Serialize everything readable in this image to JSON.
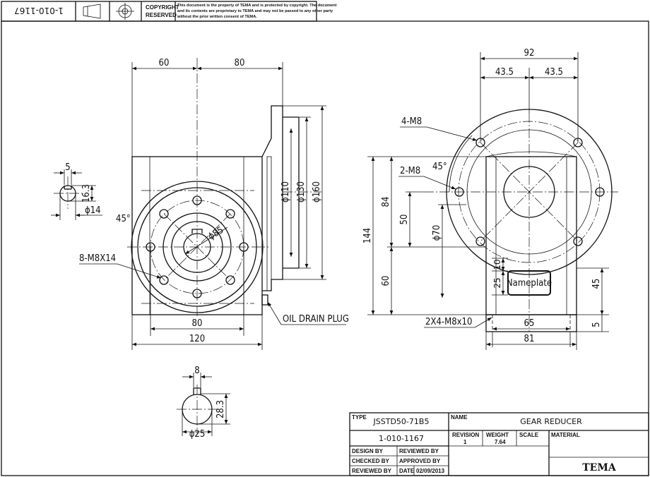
{
  "header": {
    "drawing_number": "1-010-1167",
    "copyright_label_1": "COPYRIGHT",
    "copyright_label_2": "RESERVED",
    "notice_1": "This document is the property of TEMA and is protected by copyright. The document",
    "notice_2": "and its contents are proprietary to TEMA and may not be passed to any other party",
    "notice_3": "without the prior written consent of TEMA."
  },
  "front_view": {
    "dim_60": "60",
    "dim_80_top": "80",
    "dim_phi110": "ϕ110",
    "dim_phi130": "ϕ130",
    "dim_phi160": "ϕ160",
    "dim_45deg": "45°",
    "dim_phi85": "ϕ85",
    "label_holes": "8-M8X14",
    "dim_80_bottom": "80",
    "dim_120": "120",
    "label_drain": "OIL DRAIN PLUG"
  },
  "shaft_small": {
    "dim_5": "5",
    "dim_16_3": "16.3",
    "dim_phi14": "ϕ14"
  },
  "shaft_large": {
    "dim_8": "8",
    "dim_28_3": "28.3",
    "dim_phi25": "ϕ25"
  },
  "side_view": {
    "dim_92": "92",
    "dim_43_5_left": "43.5",
    "dim_43_5_right": "43.5",
    "label_4m8": "4-M8",
    "label_2m8": "2-M8",
    "dim_45deg": "45°",
    "dim_144": "144",
    "dim_84": "84",
    "dim_50": "50",
    "dim_phi70": "ϕ70",
    "dim_60": "60",
    "dim_10": "10",
    "dim_25": "25",
    "dim_45": "45",
    "dim_5": "5",
    "nameplate": "Nameplate",
    "label_bottom_holes": "2X4-M8x10",
    "dim_65": "65",
    "dim_81": "81"
  },
  "title_block": {
    "type_label": "TYPE",
    "type_value": "JSSTD50-71B5",
    "drawing_no": "1-010-1167",
    "name_label": "NAME",
    "name_value": "GEAR REDUCER",
    "revision_label": "REVISION",
    "revision_value": "1",
    "weight_label": "WEIGHT",
    "weight_value": "7.64",
    "scale_label": "SCALE",
    "material_label": "MATERIAL",
    "design_by": "DESIGN BY",
    "reviewed_by_1": "REVIEWED BY",
    "checked_by": "CHECKED BY",
    "approved_by": "APPROVED BY",
    "reviewed_by_2": "REVIEWED BY",
    "date_label": "DATE",
    "date_value": "02/09/2013",
    "company": "TEMA"
  }
}
